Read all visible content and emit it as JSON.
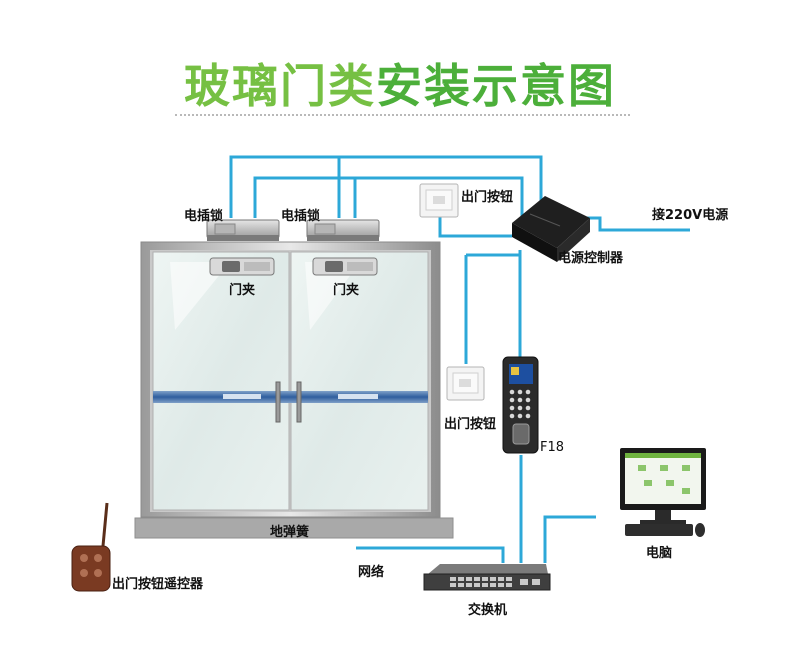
{
  "title": {
    "part1": "玻璃门类",
    "part2": "安装示意图"
  },
  "labels": {
    "lock_left": "电插锁",
    "lock_right": "电插锁",
    "clip_left": "门夹",
    "clip_right": "门夹",
    "exit_button_top": "出门按钮",
    "power_controller": "电源控制器",
    "power_input": "接220V电源",
    "exit_button_mid": "出门按钮",
    "device_model": "F18",
    "floor_spring": "地弹簧",
    "remote": "出门按钮遥控器",
    "network": "网络",
    "switch": "交换机",
    "computer": "电脑"
  },
  "colors": {
    "wire": "#2da8d8",
    "title_green": "#76c043",
    "title_green_dark": "#4caf3a"
  }
}
